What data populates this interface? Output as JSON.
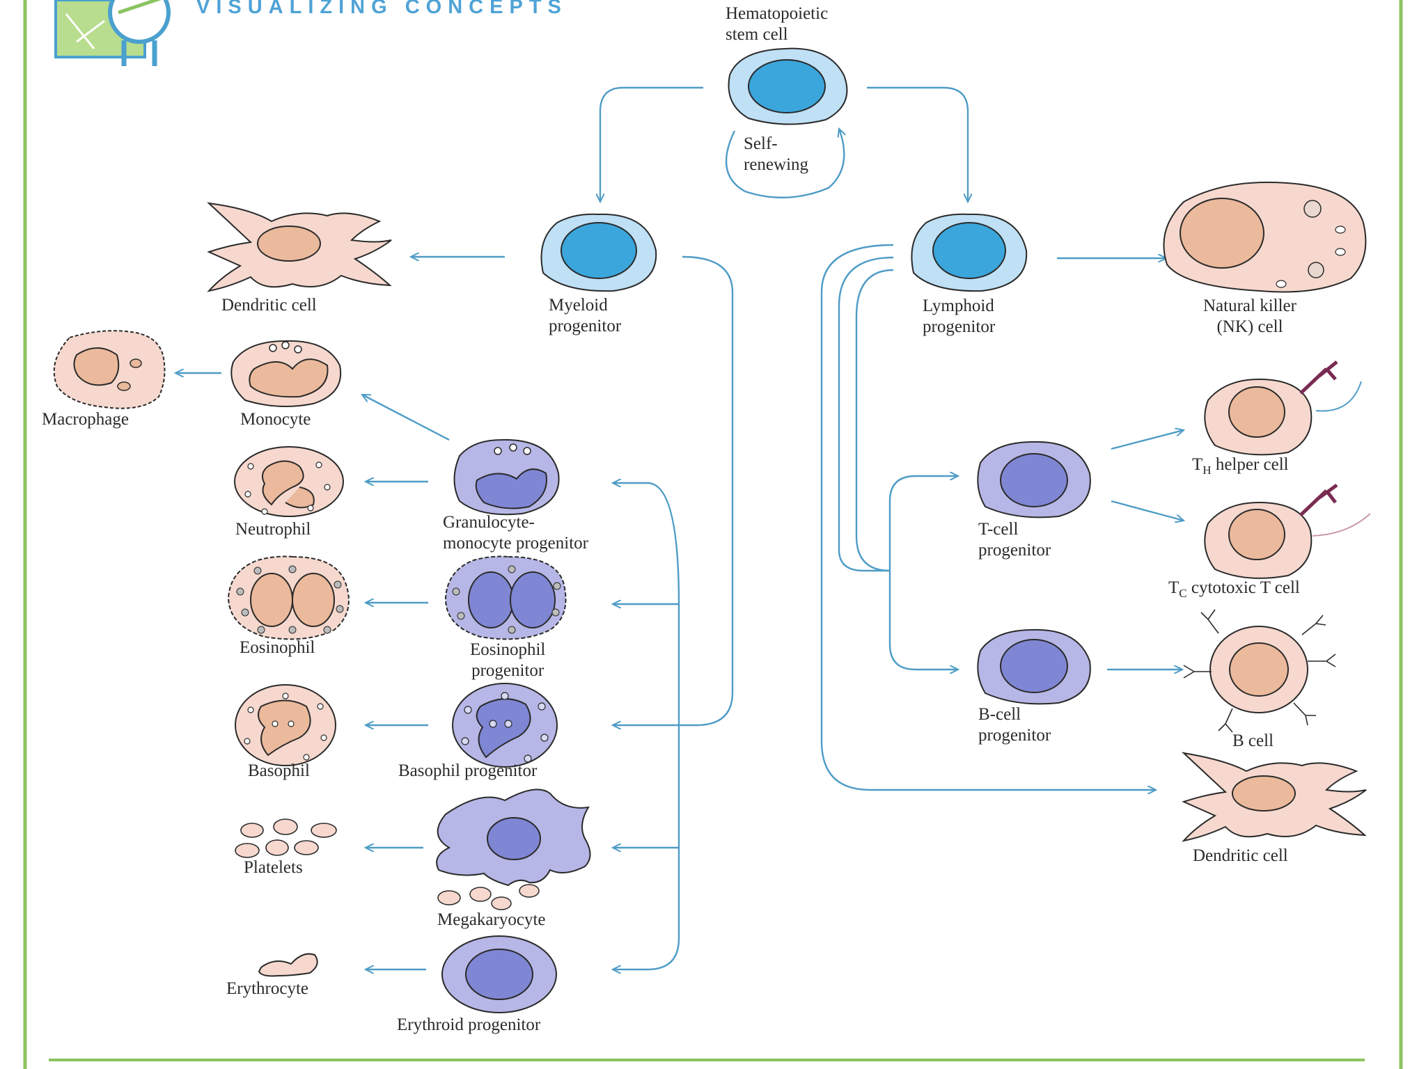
{
  "header": {
    "text": "VISUALIZING CONCEPTS",
    "icon": "microscope-logo-icon"
  },
  "colors": {
    "frame_green": "#8cc460",
    "arrow_blue": "#4e9cc6",
    "stem_cell": "#bfe0f5",
    "stem_nucleus": "#3ba6dc",
    "progenitor_cell": "#b6b7e6",
    "progenitor_nucleus": "#7f86d4",
    "mature_cell": "#f6d8ce",
    "mature_nucleus": "#ebb99c"
  },
  "labels": {
    "stem_cell": [
      "Hematopoietic",
      "stem cell"
    ],
    "self_renewing": [
      "Self-",
      "renewing"
    ],
    "myeloid_progenitor": [
      "Myeloid",
      "progenitor"
    ],
    "lymphoid_progenitor": [
      "Lymphoid",
      "progenitor"
    ],
    "dendritic_cell_left": [
      "Dendritic cell"
    ],
    "macrophage": [
      "Macrophage"
    ],
    "monocyte": [
      "Monocyte"
    ],
    "neutrophil": [
      "Neutrophil"
    ],
    "gm_progenitor": [
      "Granulocyte-",
      "monocyte progenitor"
    ],
    "eosinophil": [
      "Eosinophil"
    ],
    "eosinophil_progenitor": [
      "Eosinophil",
      "progenitor"
    ],
    "basophil": [
      "Basophil"
    ],
    "basophil_progenitor": [
      "Basophil progenitor"
    ],
    "platelets": [
      "Platelets"
    ],
    "megakaryocyte": [
      "Megakaryocyte"
    ],
    "erythrocyte": [
      "Erythrocyte"
    ],
    "erythroid_progenitor": [
      "Erythroid progenitor"
    ],
    "nk_cell": [
      "Natural killer",
      "(NK) cell"
    ],
    "th_cell": {
      "prefix": "T",
      "sub": "H",
      "rest": " helper cell"
    },
    "tc_cell": {
      "prefix": "T",
      "sub": "C",
      "rest": " cytotoxic T cell"
    },
    "t_progenitor": [
      "T-cell",
      "progenitor"
    ],
    "b_progenitor": [
      "B-cell",
      "progenitor"
    ],
    "b_cell": [
      "B cell"
    ],
    "dendritic_cell_right": [
      "Dendritic cell"
    ]
  }
}
